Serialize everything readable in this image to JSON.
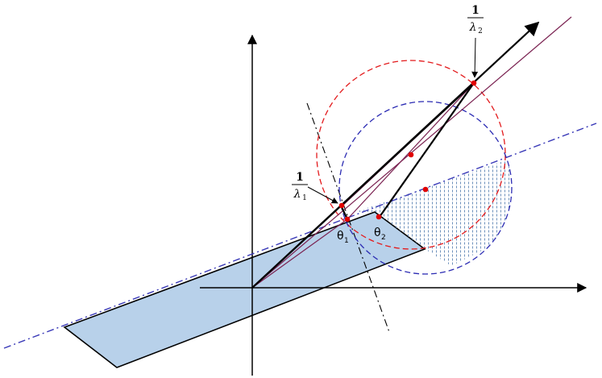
{
  "diagram": {
    "colors": {
      "plane_fill": "#b8d1ea",
      "circle_red": "#e31a1c",
      "circle_blue": "#2b2bb3",
      "purple_line": "#7b2352",
      "blue_dashdot": "#3a3ab8",
      "red_dot": "#e00000",
      "axis": "#000000"
    },
    "labels": {
      "inv_lambda1_num": "1",
      "inv_lambda1_den": "λ",
      "inv_lambda1_sub": "1",
      "inv_lambda2_num": "1",
      "inv_lambda2_den": "λ",
      "inv_lambda2_sub": "2",
      "theta1_sym": "θ",
      "theta1_sub": "1",
      "theta2_sym": "θ",
      "theta2_sub": "2"
    }
  }
}
